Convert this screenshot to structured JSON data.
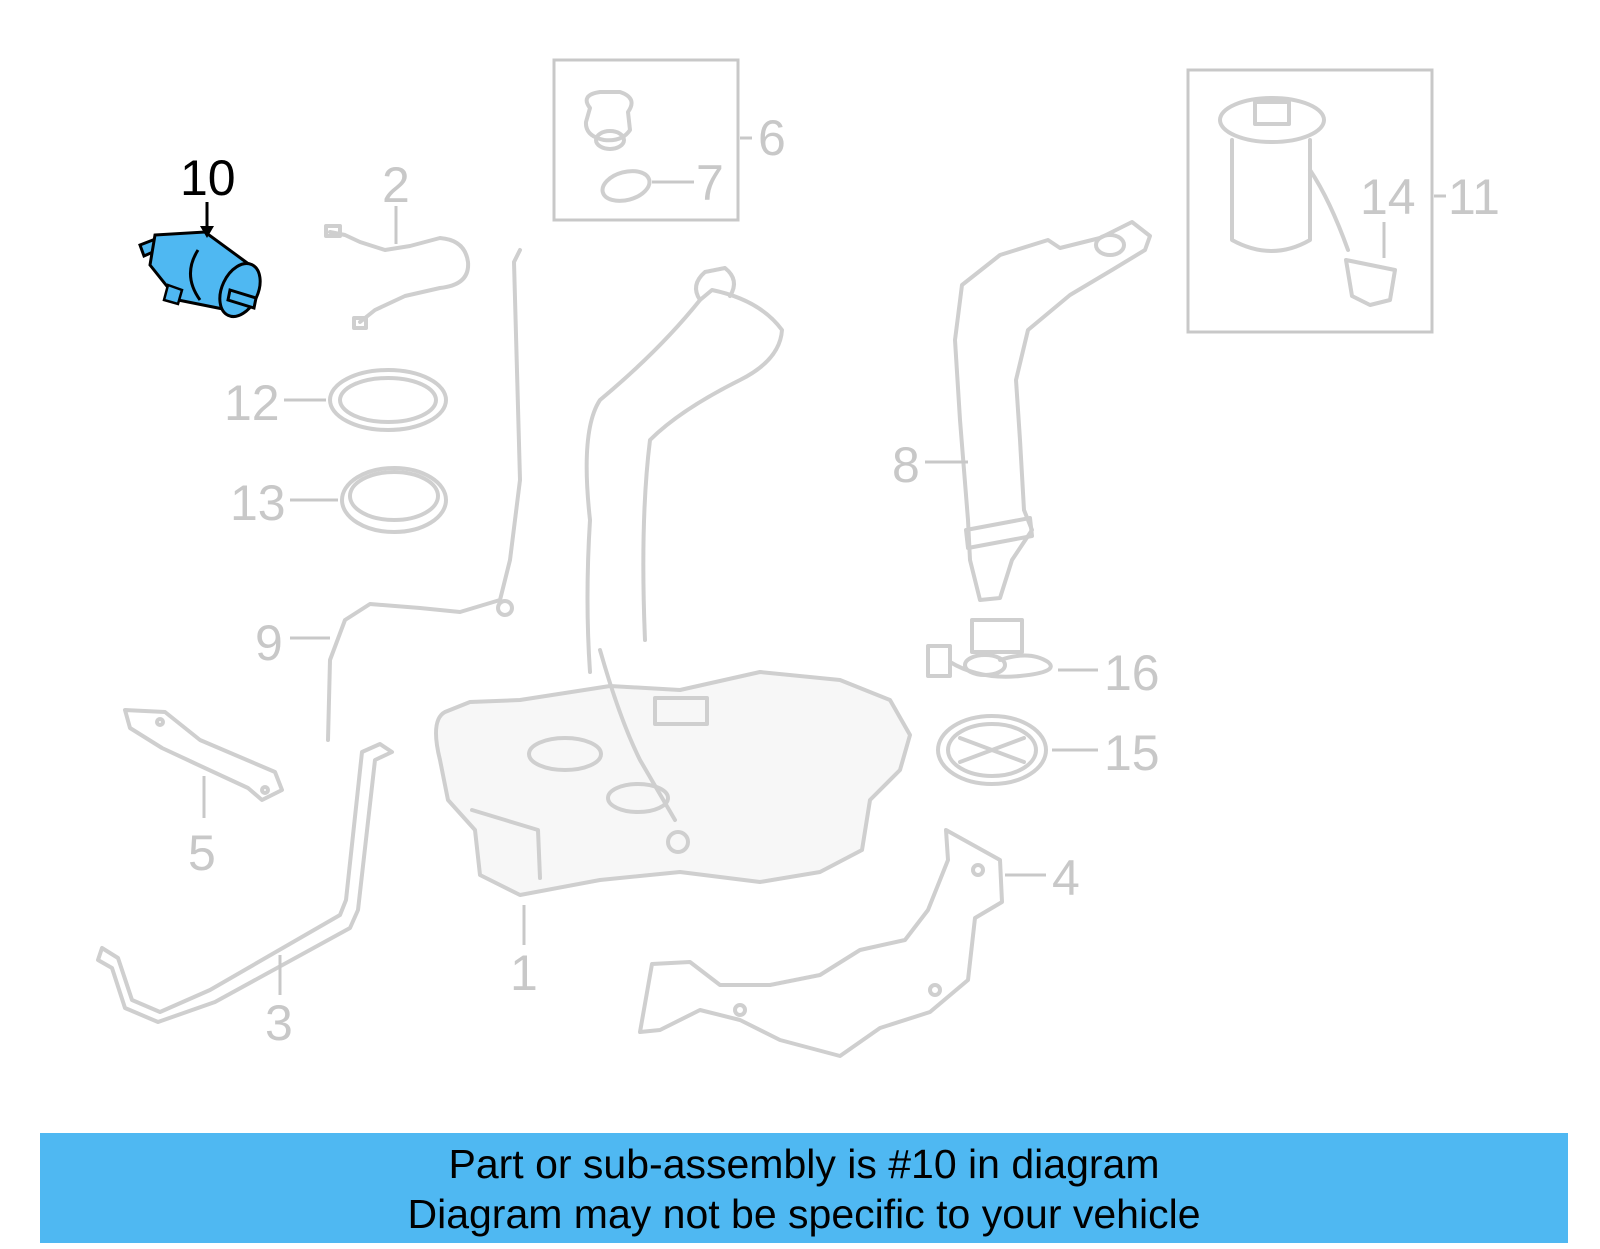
{
  "labels": {
    "p1": "1",
    "p2": "2",
    "p3": "3",
    "p4": "4",
    "p5": "5",
    "p6": "6",
    "p7": "7",
    "p8": "8",
    "p9": "9",
    "p10": "10",
    "p11": "11",
    "p12": "12",
    "p13": "13",
    "p14": "14",
    "p15": "15",
    "p16": "16"
  },
  "highlight_part": "10",
  "colors": {
    "highlight_fill": "#4fb8f2",
    "banner": "#4fb8f2",
    "inactive_line": "#cfcfcf",
    "inactive_label": "#c8c8c8",
    "active_label": "#000000"
  },
  "footer": {
    "line1": "Part or sub-assembly is #10 in diagram",
    "line2": "Diagram may not be specific to your vehicle"
  }
}
